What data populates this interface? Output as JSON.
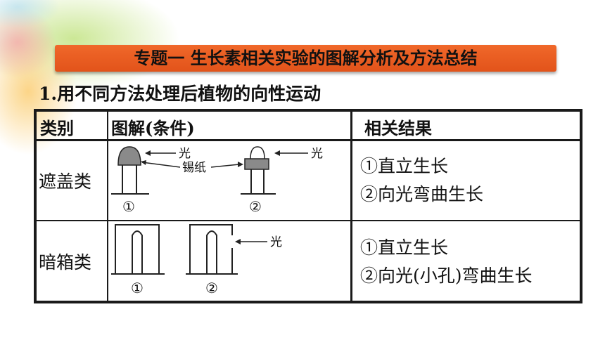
{
  "banner": {
    "title": "专题一  生长素相关实验的图解分析及方法总结"
  },
  "section": {
    "heading": "1.用不同方法处理后植物的向性运动"
  },
  "table": {
    "headers": [
      "类别",
      "图解(条件)",
      "相关结果"
    ],
    "rows": [
      {
        "category": "遮盖类",
        "diagram": {
          "light": "光",
          "foil": "锡纸",
          "label_1": "①",
          "label_2": "②"
        },
        "results": [
          "①直立生长",
          "②向光弯曲生长"
        ]
      },
      {
        "category": "暗箱类",
        "diagram": {
          "light": "光",
          "label_1": "①",
          "label_2": "②"
        },
        "results": [
          "①直立生长",
          "②向光(小孔)弯曲生长"
        ]
      }
    ]
  }
}
